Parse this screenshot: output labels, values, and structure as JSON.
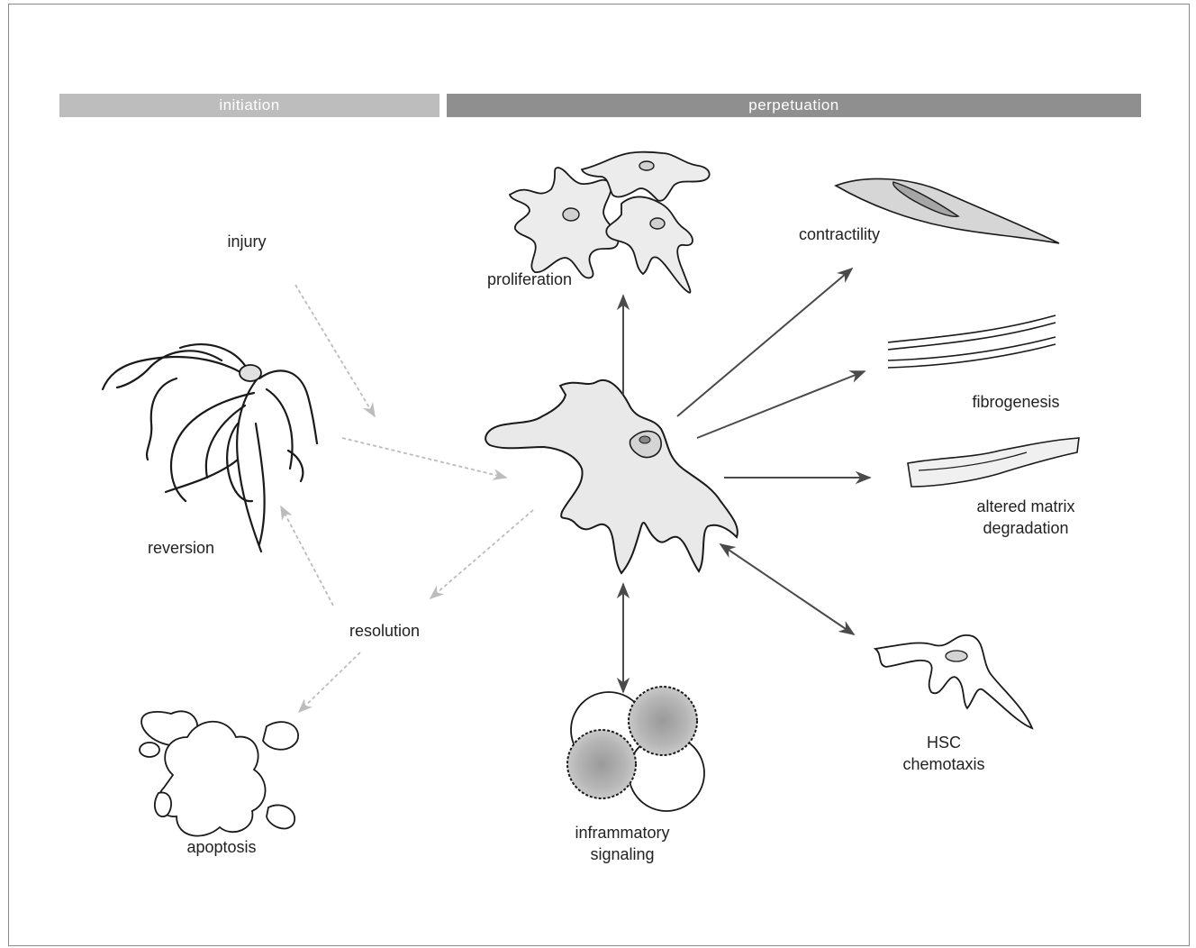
{
  "phases": {
    "initiation": "initiation",
    "perpetuation": "perpetuation"
  },
  "labels": {
    "injury": "injury",
    "proliferation": "proliferation",
    "contractility": "contractility",
    "fibrogenesis": "fibrogenesis",
    "altered_matrix_line1": "altered matrix",
    "altered_matrix_line2": "degradation",
    "reversion": "reversion",
    "resolution": "resolution",
    "apoptosis": "apoptosis",
    "inflammatory_line1": "inframmatory",
    "inflammatory_line2": "signaling",
    "hsc_line1": "HSC",
    "hsc_line2": "chemotaxis"
  },
  "colors": {
    "solid_arrow": "#4a4a4a",
    "faded_arrow": "#b8b8b8",
    "cell_fill": "#e9e9e9",
    "cell_stroke": "#1a1a1a"
  }
}
